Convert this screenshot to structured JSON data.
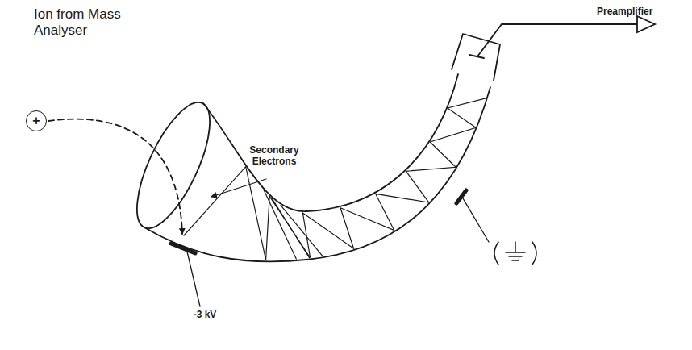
{
  "diagram": {
    "nodes": [
      {
        "text": [
          "+"
        ]
      }
    ],
    "labels": [
      "Ion from Mass Analyser",
      "Secondary Electrons",
      "Preamplifier",
      "-3 kV"
    ]
  }
}
